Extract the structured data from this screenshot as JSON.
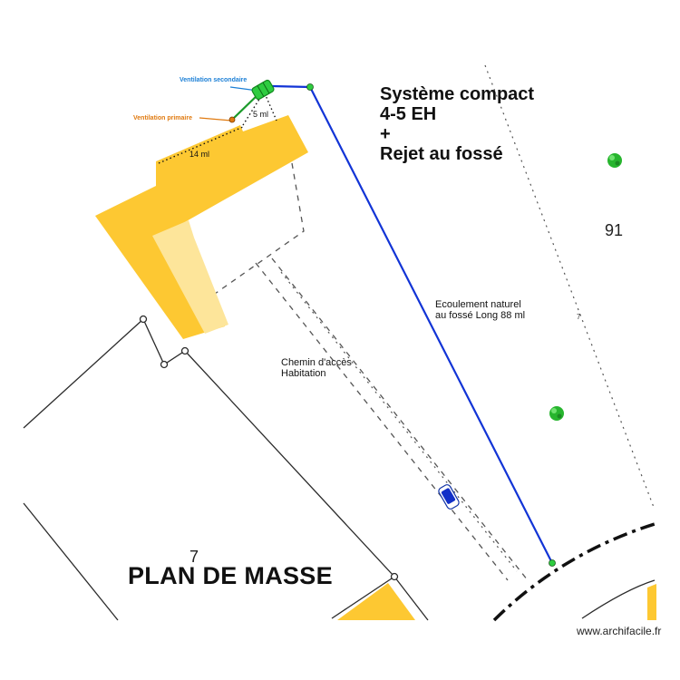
{
  "system_title": {
    "line1": "Système compact",
    "line2": "4-5 EH",
    "line3": "+",
    "line4": "Rejet au fossé"
  },
  "labels": {
    "ventilation_secondary": "Ventilation secondaire",
    "ventilation_primary": "Ventilation primaire",
    "dist_5": "5 ml",
    "dist_14": "14 ml",
    "flow_line1": "Ecoulement naturel",
    "flow_line2": "au fossé Long 88 ml",
    "access_line1": "Chemin d'accès",
    "access_line2": "Habitation",
    "parcel_91": "91",
    "parcel_7": "7",
    "small_7": "7",
    "plan_title": "PLAN DE MASSE",
    "credit": "www.archifacile.fr"
  },
  "colors": {
    "building": "#fdc832",
    "building_light": "#fde59a",
    "flow_line": "#1234d6",
    "tank": "#2ecc40",
    "vent_secondary": "#1b7fd6",
    "vent_primary": "#e07a10",
    "tree": "#27b52e"
  }
}
